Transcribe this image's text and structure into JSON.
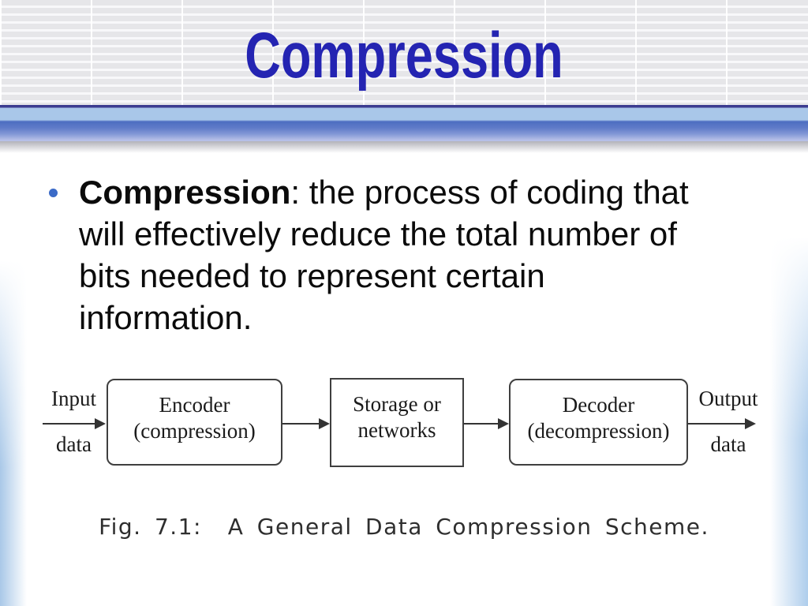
{
  "slide": {
    "title": "Compression",
    "bullet": {
      "term": "Compression",
      "text": ": the process of coding that\nwill effectively reduce the total number of\nbits needed to represent certain\ninformation."
    },
    "diagram": {
      "input_label_top": "Input",
      "input_label_bottom": "data",
      "boxes": [
        {
          "line1": "Encoder",
          "line2": "(compression)"
        },
        {
          "line1": "Storage or",
          "line2": "networks"
        },
        {
          "line1": "Decoder",
          "line2": "(decompression)"
        }
      ],
      "output_label_top": "Output",
      "output_label_bottom": "data",
      "caption": "Fig. 7.1:  A General Data Compression Scheme."
    },
    "colors": {
      "title_blue": "#2424b2",
      "bullet_dot_blue": "#3b6bc7",
      "bar_navy": "#3c3c90",
      "bar_light_blue": "#a9c7e9",
      "bar_mid_blue": "#4d6dc1",
      "edge_tint_blue": "#a9c8e8"
    }
  }
}
